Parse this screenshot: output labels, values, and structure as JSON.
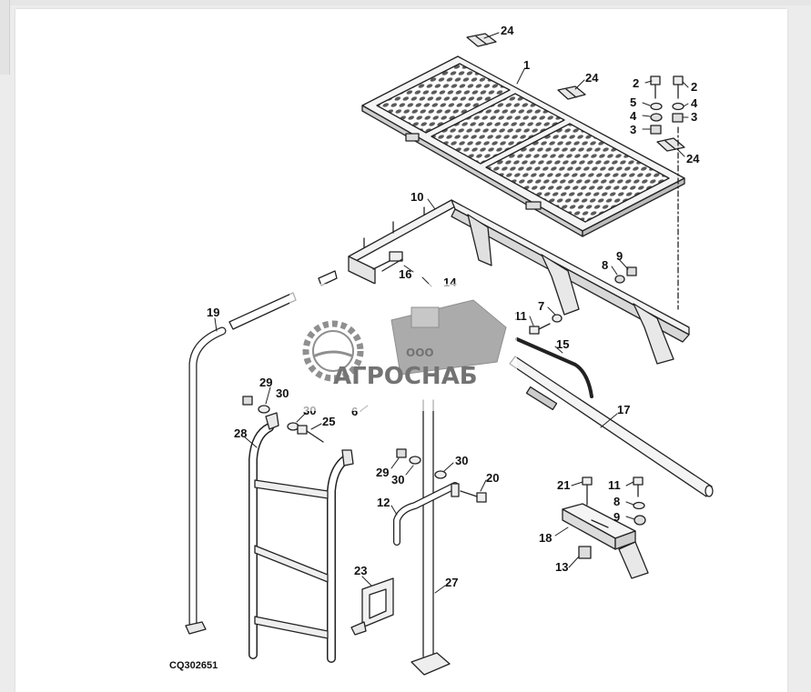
{
  "diagram": {
    "code": "CQ302651",
    "watermark": {
      "small": "ООО",
      "brand": "АГРОСНАБ"
    },
    "callouts": {
      "c24a": "24",
      "c1": "1",
      "c24b": "24",
      "c2a": "2",
      "c2b": "2",
      "c5": "5",
      "c4a": "4",
      "c4b": "4",
      "c3a": "3",
      "c3b": "3",
      "c24c": "24",
      "c10": "10",
      "c9a": "9",
      "c8a": "8",
      "c16": "16",
      "c14": "14",
      "c7": "7",
      "c11a": "11",
      "c15": "15",
      "c19": "19",
      "c17": "17",
      "c29a": "29",
      "c30a": "30",
      "c30b": "30",
      "c25": "25",
      "c6": "6",
      "c28": "28",
      "c29b": "29",
      "c30c": "30",
      "c30d": "30",
      "c20": "20",
      "c21": "21",
      "c11b": "11",
      "c8b": "8",
      "c9b": "9",
      "c12": "12",
      "c18": "18",
      "c13": "13",
      "c23": "23",
      "c27": "27"
    }
  }
}
